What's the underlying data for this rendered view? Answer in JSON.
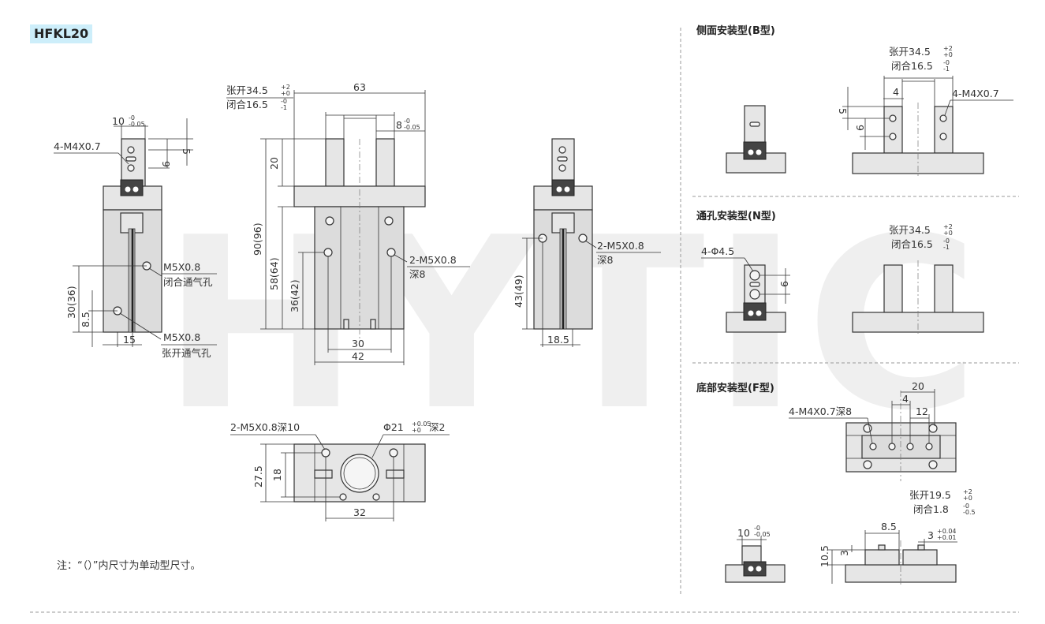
{
  "title": "HFKL20",
  "watermark": "HYTIC",
  "note": "注：“（）”内尺寸为单动型尺寸。",
  "sections": {
    "side_mount": "侧面安装型(B型)",
    "through_hole": "通孔安装型(N型)",
    "bottom_mount": "底部安装型(F型)"
  },
  "left_view": {
    "dim_10": "10",
    "dim_10_tol": "-0.05",
    "dim_10_tol_up": "-0",
    "thread": "4-M4X0.7",
    "dim_5": "5",
    "dim_9": "9",
    "port_close": "M5X0.8",
    "port_close_label": "闭合通气孔",
    "port_open": "M5X0.8",
    "port_open_label": "张开通气孔",
    "dim_30": "30(36)",
    "dim_85": "8.5",
    "dim_15": "15"
  },
  "front_view": {
    "open": "张开34.5",
    "open_tol_up": "+2",
    "open_tol_dn": "+0",
    "close": "闭合16.5",
    "close_tol_up": "-0",
    "close_tol_dn": "-1",
    "dim_63": "63",
    "dim_8": "8",
    "dim_8_tol_up": "-0",
    "dim_8_tol_dn": "-0.05",
    "dim_20": "20",
    "dim_90": "90(96)",
    "dim_58": "58(64)",
    "dim_36": "36(42)",
    "thread": "2-M5X0.8",
    "depth": "深8",
    "dim_30": "30",
    "dim_42": "42"
  },
  "right_view": {
    "thread": "2-M5X0.8",
    "depth": "深8",
    "dim_43": "43(49)",
    "dim_185": "18.5"
  },
  "bottom_view": {
    "thread": "2-M5X0.8深10",
    "bore": "Φ21",
    "bore_tol_up": "+0.05",
    "bore_tol_dn": "+0",
    "bore_depth": "深2",
    "dim_275": "27.5",
    "dim_18": "18",
    "dim_32": "32"
  },
  "b_type": {
    "open": "张开34.5",
    "open_tol_up": "+2",
    "open_tol_dn": "+0",
    "close": "闭合16.5",
    "close_tol_up": "-0",
    "close_tol_dn": "-1",
    "dim_4": "4",
    "thread": "4-M4X0.7",
    "dim_5": "5",
    "dim_9": "9"
  },
  "n_type": {
    "hole": "4-Φ4.5",
    "dim_9": "9",
    "open": "张开34.5",
    "open_tol_up": "+2",
    "open_tol_dn": "+0",
    "close": "闭合16.5",
    "close_tol_up": "-0",
    "close_tol_dn": "-1"
  },
  "f_type": {
    "dim_20": "20",
    "dim_4": "4",
    "dim_12": "12",
    "thread": "4-M4X0.7深8",
    "open": "张开19.5",
    "open_tol_up": "+2",
    "open_tol_dn": "+0",
    "close": "闭合1.8",
    "close_tol_up": "-0",
    "close_tol_dn": "-0.5",
    "dim_10": "10",
    "dim_10_tol_up": "-0",
    "dim_10_tol_dn": "-0.05",
    "dim_85": "8.5",
    "dim_3": "3",
    "dim_3_tol_up": "+0.04",
    "dim_3_tol_dn": "+0.01",
    "dim_105": "10.5",
    "dim_3b": "3"
  }
}
